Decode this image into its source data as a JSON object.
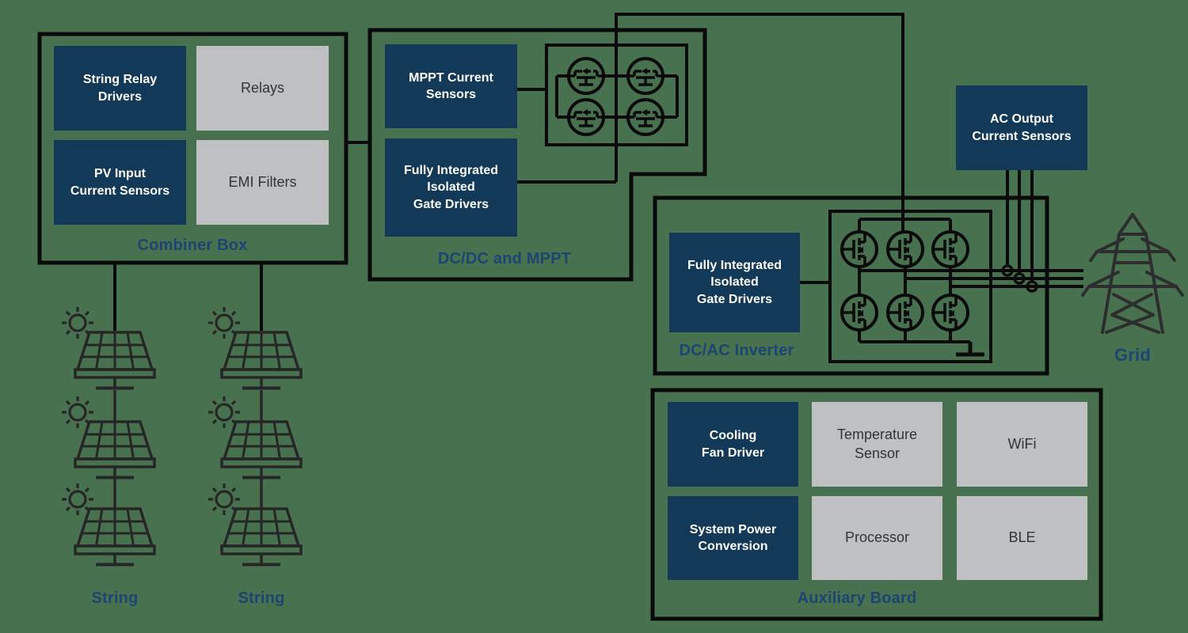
{
  "title": "Solar power system block diagram",
  "colors": {
    "background": "#48714F",
    "navy_box": "#123A58",
    "gray_box": "#BEC0C3",
    "caption_text": "#1D4572",
    "wire": "#0A0A0A",
    "box_text_light": "#FFFFFF",
    "box_text_dark": "#333333",
    "panel_artwork": "#262626",
    "tower_artwork": "#2D2D2D"
  },
  "combiner": {
    "caption": "Combiner Box",
    "boxes": [
      {
        "label": "String Relay\nDrivers",
        "style": "navy"
      },
      {
        "label": "Relays",
        "style": "gray"
      },
      {
        "label": "PV Input\nCurrent Sensors",
        "style": "navy"
      },
      {
        "label": "EMI Filters",
        "style": "gray"
      }
    ]
  },
  "dcdc": {
    "caption": "DC/DC and MPPT",
    "boxes": [
      {
        "label": "MPPT Current\nSensors",
        "style": "navy"
      },
      {
        "label": "Fully Integrated\nIsolated\nGate Drivers",
        "style": "navy"
      }
    ]
  },
  "inverter": {
    "caption": "DC/AC Inverter",
    "boxes": [
      {
        "label": "Fully Integrated\nIsolated\nGate Drivers",
        "style": "navy"
      }
    ],
    "mosfet_count": 6
  },
  "dcdc_bridge": {
    "mosfet_count": 4
  },
  "ac_sensors": {
    "label": "AC Output\nCurrent Sensors"
  },
  "aux": {
    "caption": "Auxiliary Board",
    "boxes": [
      {
        "label": "Cooling\nFan Driver",
        "style": "navy"
      },
      {
        "label": "Temperature\nSensor",
        "style": "gray"
      },
      {
        "label": "WiFi",
        "style": "gray"
      },
      {
        "label": "System Power\nConversion",
        "style": "navy"
      },
      {
        "label": "Processor",
        "style": "gray"
      },
      {
        "label": "BLE",
        "style": "gray"
      }
    ]
  },
  "pv_strings": {
    "left_label": "String",
    "right_label": "String",
    "panels_per_string": 3
  },
  "grid": {
    "label": "Grid"
  }
}
